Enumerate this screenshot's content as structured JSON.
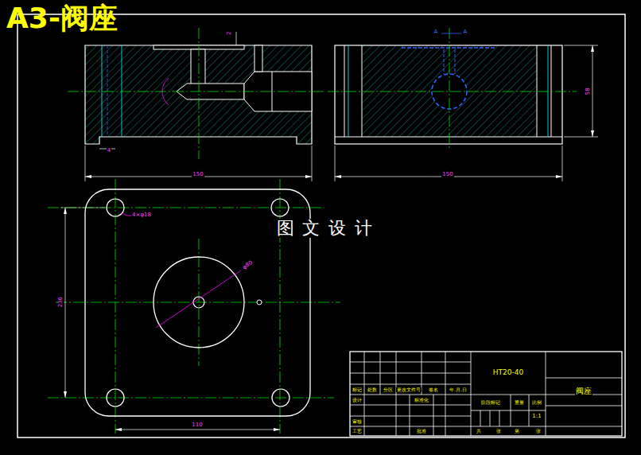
{
  "diagram": {
    "title": "A3-阀座",
    "labels": [
      "图 文 设 计",
      "2",
      "4",
      "150",
      "A",
      "A",
      "58",
      "150",
      "4×φ18",
      "φ80",
      "236",
      "110",
      "HT20-40",
      "标记",
      "处数",
      "分区",
      "更改文件号",
      "签名",
      "年.月.日",
      "设计",
      "标准化",
      "审核",
      "工艺",
      "批准",
      "阀座",
      "阶段标记",
      "重量",
      "比例",
      "1:1",
      "共",
      "张",
      "第",
      "张"
    ]
  }
}
